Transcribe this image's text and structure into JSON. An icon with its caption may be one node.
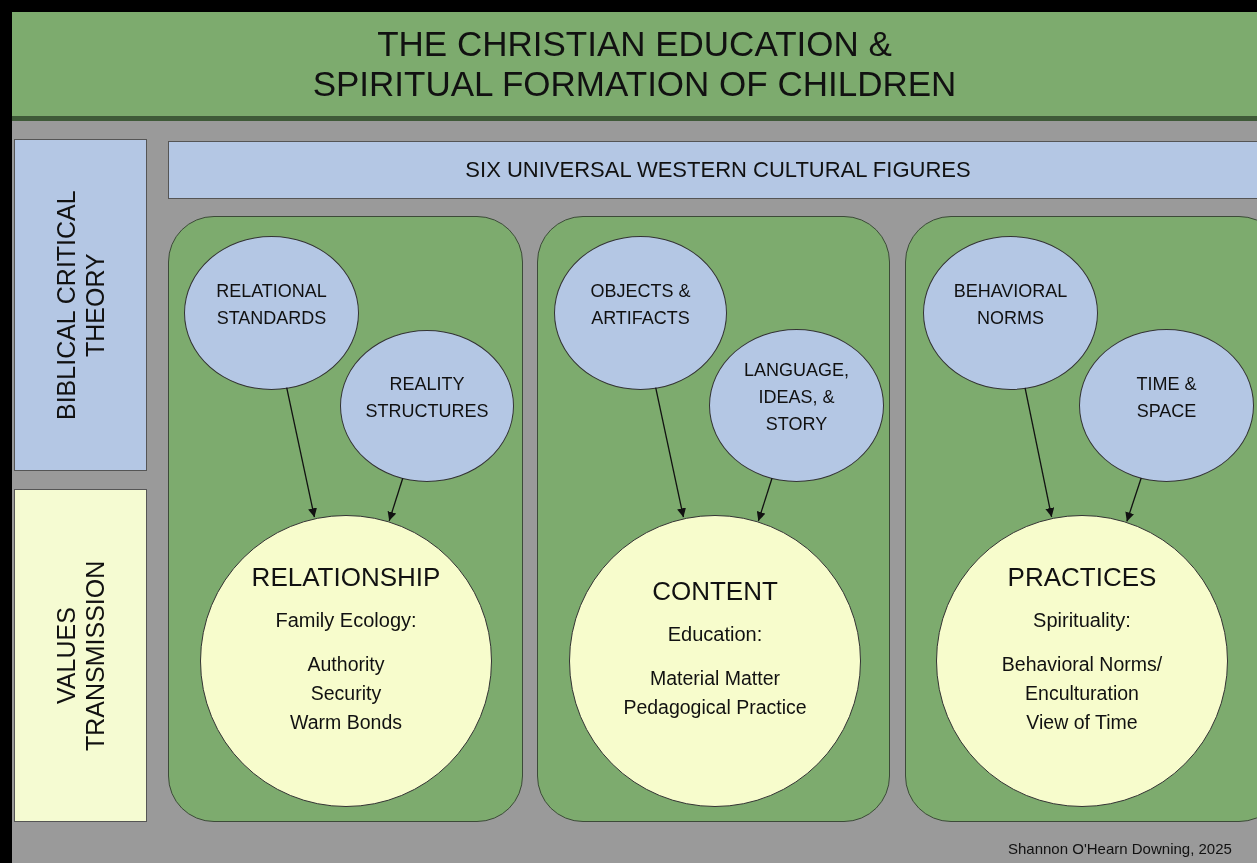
{
  "diagram": {
    "title": "THE CHRISTIAN EDUCATION & SPIRITUAL FORMATION OF CHILDREN",
    "nodes": [
      {
        "text": [
          "BIBLICAL CRITICAL THEORY"
        ]
      },
      {
        "text": [
          "VALUES TRANSMISSION"
        ]
      },
      {
        "text": [
          "SIX UNIVERSAL WESTERN CULTURAL FIGURES"
        ]
      },
      {
        "text": [],
        "shape": "box"
      },
      {
        "text": [
          "RELATIONAL STANDARDS"
        ],
        "in": 3
      },
      {
        "text": [
          "REALITY STRUCTURES"
        ],
        "in": 3
      },
      {
        "text": [
          "RELATIONSHIP",
          "Family Ecology:",
          "Authority",
          "Security",
          "Warm Bonds"
        ],
        "in": 3
      },
      {
        "text": [],
        "shape": "box"
      },
      {
        "text": [
          "OBJECTS & ARTIFACTS"
        ],
        "in": 7
      },
      {
        "text": [
          "LANGUAGE, IDEAS, & STORY"
        ],
        "in": 7
      },
      {
        "text": [
          "CONTENT",
          "Education:",
          "Material Matter",
          "Pedagogical Practice"
        ],
        "in": 7
      },
      {
        "text": [],
        "shape": "box"
      },
      {
        "text": [
          "BEHAVIORAL NORMS"
        ],
        "in": 11
      },
      {
        "text": [
          "TIME & SPACE"
        ],
        "in": 11
      },
      {
        "text": [
          "PRACTICES",
          "Spirituality:",
          "Behavioral Norms/ Enculturation",
          "View of Time"
        ],
        "in": 11
      }
    ],
    "edges": [
      {
        "from": 4,
        "to": 6,
        "arrow": "to"
      },
      {
        "from": 5,
        "to": 6,
        "arrow": "to"
      },
      {
        "from": 8,
        "to": 10,
        "arrow": "to"
      },
      {
        "from": 9,
        "to": 10,
        "arrow": "to"
      },
      {
        "from": 12,
        "to": 14,
        "arrow": "to"
      },
      {
        "from": 13,
        "to": 14,
        "arrow": "to"
      }
    ],
    "labels": [
      "Shannon O'Hearn Downing, 2025"
    ]
  }
}
